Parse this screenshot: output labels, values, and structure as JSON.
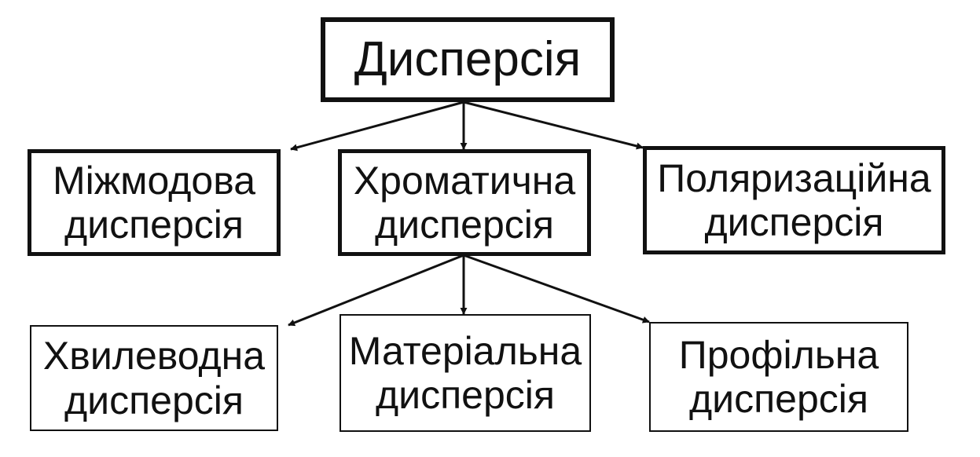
{
  "diagram": {
    "root": {
      "label": "Дисперсія"
    },
    "level1": [
      {
        "line1": "Міжмодова",
        "line2": "дисперсія"
      },
      {
        "line1": "Хроматична",
        "line2": "дисперсія"
      },
      {
        "line1": "Поляризаційна",
        "line2": "дисперсія"
      }
    ],
    "level2": [
      {
        "line1": "Хвилеводна",
        "line2": "дисперсія"
      },
      {
        "line1": "Матеріальна",
        "line2": "дисперсія"
      },
      {
        "line1": "Профільна",
        "line2": "дисперсія"
      }
    ],
    "colors": {
      "ink": "#111111",
      "background": "#ffffff"
    }
  }
}
